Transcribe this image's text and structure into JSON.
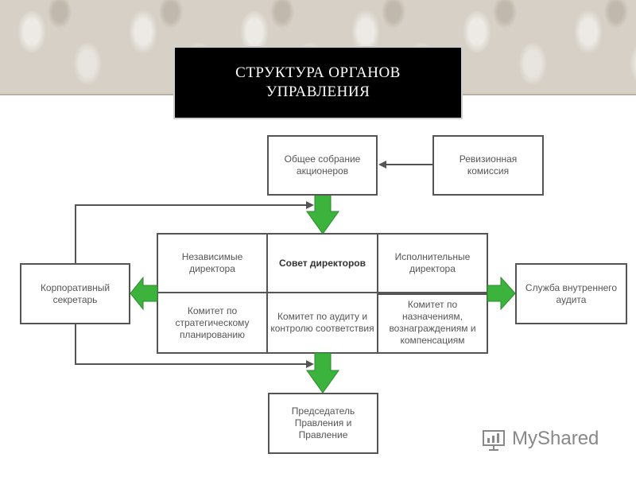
{
  "title": "СТРУКТУРА ОРГАНОВ\nУПРАВЛЕНИЯ",
  "nodes": {
    "general_meeting": "Общее собрание\nакционеров",
    "audit_commission": "Ревизионная\nкомиссия",
    "corporate_secretary": "Корпоративный\nсекретарь",
    "internal_audit": "Служба внутреннего\nаудита",
    "chairman_board": "Председатель\nПравления и\nПравление"
  },
  "board": {
    "independent_directors": "Независимые\nдиректора",
    "board_of_directors": "Совет директоров",
    "executive_directors": "Исполнительные\nдиректора",
    "strategic_committee": "Комитет по\nстратегическому\nпланированию",
    "audit_committee": "Комитет по аудиту и\nконтролю соответствия",
    "nomination_committee": "Комитет по\nназначениям,\nвознаграждениям и\nкомпенсациям"
  },
  "colors": {
    "arrow_green": "#3cb33c",
    "line": "#555555",
    "title_bg": "#000000"
  },
  "logo": {
    "text": "MyShared",
    "icon": "presentation-chart-icon"
  }
}
